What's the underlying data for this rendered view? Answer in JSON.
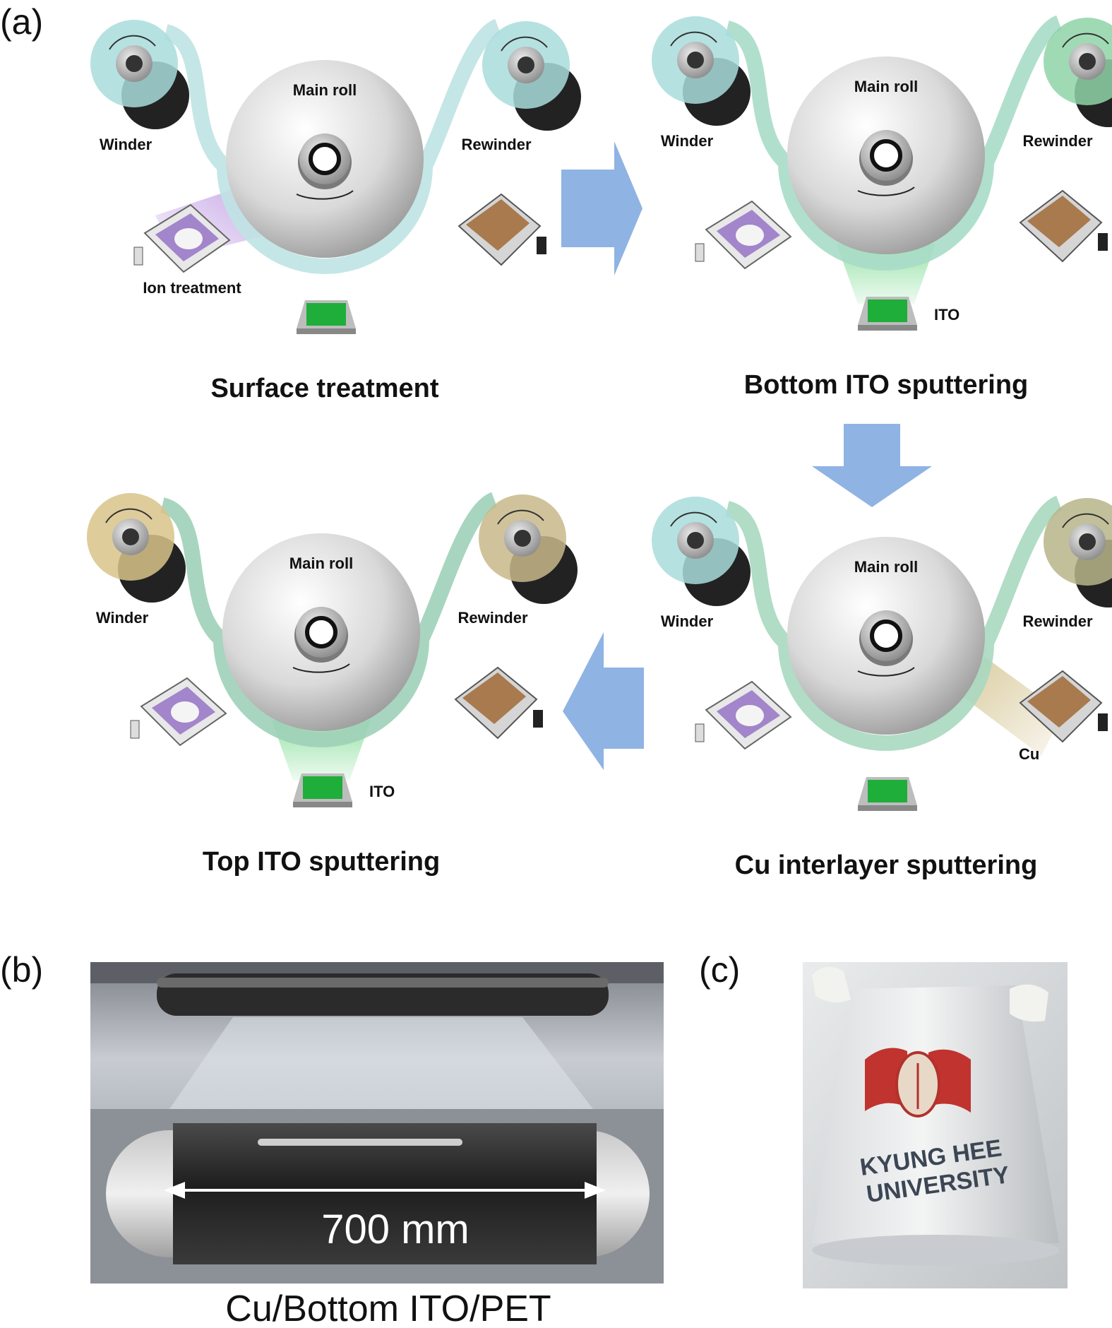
{
  "panel_labels": {
    "a": "(a)",
    "b": "(b)",
    "c": "(c)"
  },
  "common_labels": {
    "main_roll": "Main roll",
    "winder": "Winder",
    "rewinder": "Rewinder"
  },
  "steps": [
    {
      "title": "Surface treatment",
      "source_label": "Ion treatment",
      "active": "ion",
      "winder_color": "#a9dcdc",
      "rewinder_color": "#a9dcdc",
      "film_color": "#bfe3e3"
    },
    {
      "title": "Bottom ITO sputtering",
      "source_label": "ITO",
      "active": "ito",
      "winder_color": "#a9dcdc",
      "rewinder_color": "#8fd3a8",
      "film_color": "#a8dcc8"
    },
    {
      "title": "Cu interlayer sputtering",
      "source_label": "Cu",
      "active": "cu",
      "winder_color": "#a9dcdc",
      "rewinder_color": "#b7b58a",
      "film_color": "#a8d8c0"
    },
    {
      "title": "Top ITO sputtering",
      "source_label": "ITO",
      "active": "ito",
      "winder_color": "#d8c38a",
      "rewinder_color": "#c8b98a",
      "film_color": "#9fd0b8"
    }
  ],
  "colors": {
    "arrow": "#8fb3e3",
    "ion_glow": "#c6a6e6",
    "ito_glow": "#8fe0a0",
    "cu_glow": "#d8c99a",
    "ito_target": "#1fae3a",
    "cu_target": "#a87a4e",
    "ion_target": "#9a7ac8"
  },
  "photo_b": {
    "dimension": "700 mm",
    "caption": "Cu/Bottom ITO/PET"
  },
  "photo_c": {
    "line1": "KYUNG HEE",
    "line2": "UNIVERSITY"
  }
}
